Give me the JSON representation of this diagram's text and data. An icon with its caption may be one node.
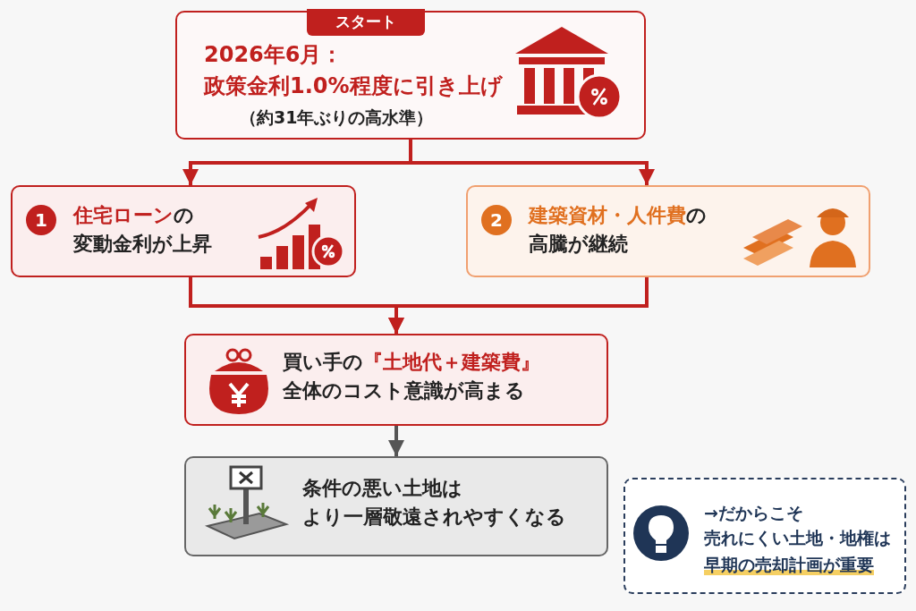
{
  "diagram": {
    "nodes": [
      {
        "text": [
          "スタート",
          "2026年6月：政策金利1.0%程度に引き上げ",
          "（約31年ぶりの高水準）"
        ]
      },
      {
        "text": [
          "1",
          "**住宅ローン**の変動金利が上昇"
        ]
      },
      {
        "text": [
          "2",
          "**建築資材・人件費**の高騰が継続"
        ]
      },
      {
        "text": [
          "買い手の**『土地代＋建築費』**全体のコスト意識が高まる"
        ]
      },
      {
        "text": [
          "条件の悪い土地はより一層敬遠されやすくなる"
        ]
      },
      {
        "text": [
          "→だからこそ売れにくい土地・地権は",
          "早期の売却計画が重要"
        ]
      }
    ],
    "edges": [
      {
        "from": 0,
        "to": 1,
        "arrow": "to"
      },
      {
        "from": 0,
        "to": 2,
        "arrow": "to"
      },
      {
        "from": 1,
        "to": 3,
        "arrow": "to"
      },
      {
        "from": 2,
        "to": 3,
        "arrow": "to"
      },
      {
        "from": 3,
        "to": 4,
        "arrow": "to",
        "color": "#555555"
      }
    ]
  }
}
